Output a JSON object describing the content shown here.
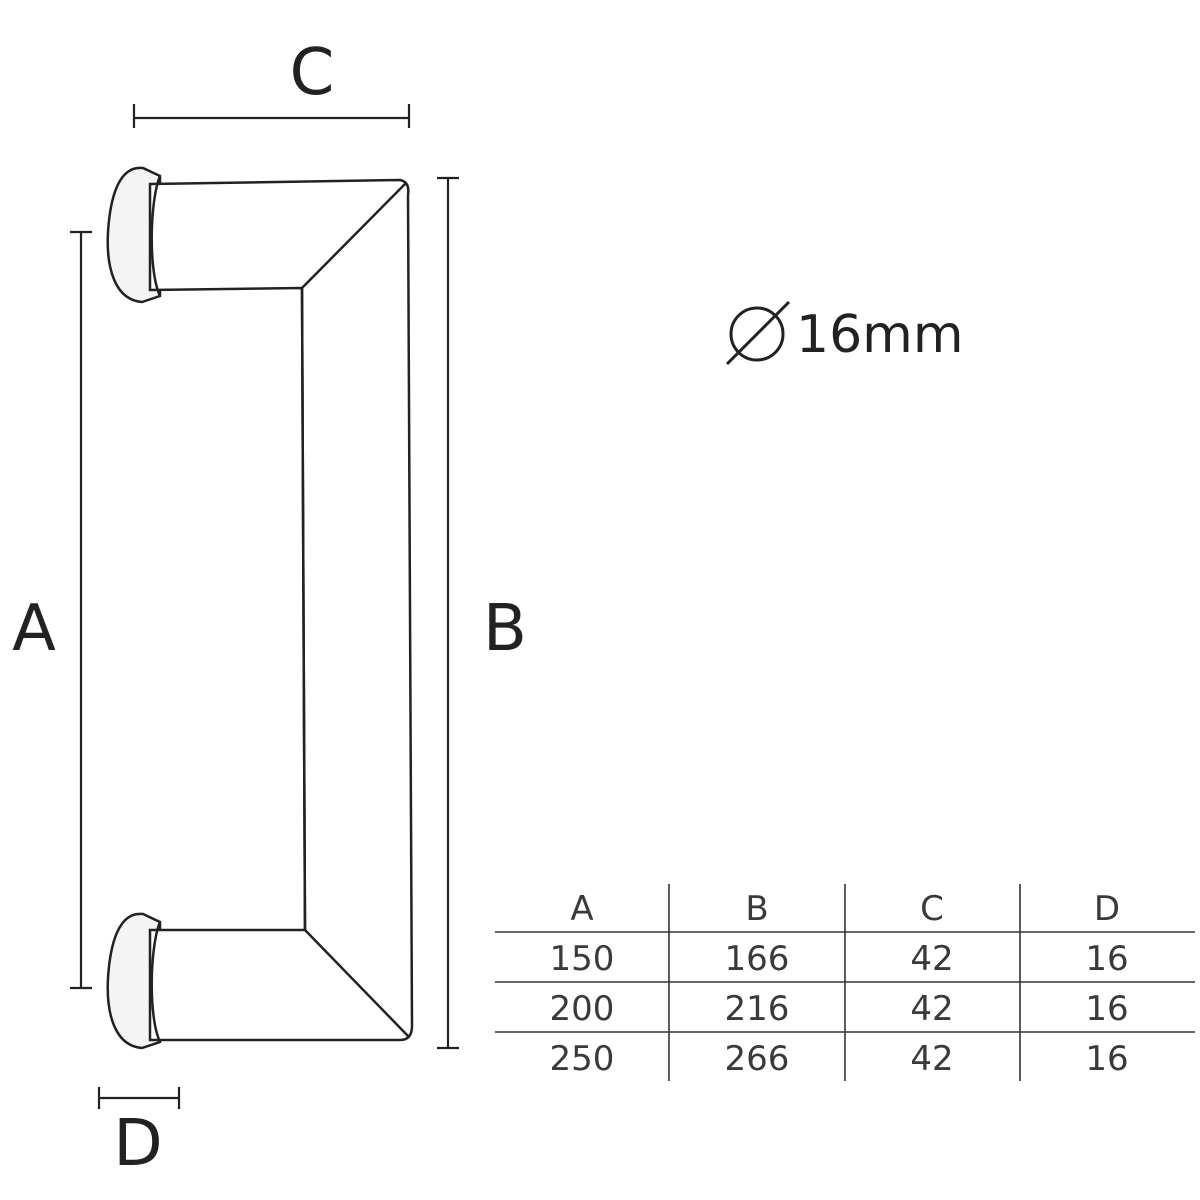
{
  "labels": {
    "a": "A",
    "b": "B",
    "c": "C",
    "d": "D",
    "diameter_value": "16mm"
  },
  "table": {
    "headers": [
      "A",
      "B",
      "C",
      "D"
    ],
    "rows": [
      [
        "150",
        "166",
        "42",
        "16"
      ],
      [
        "200",
        "216",
        "42",
        "16"
      ],
      [
        "250",
        "266",
        "42",
        "16"
      ]
    ]
  }
}
